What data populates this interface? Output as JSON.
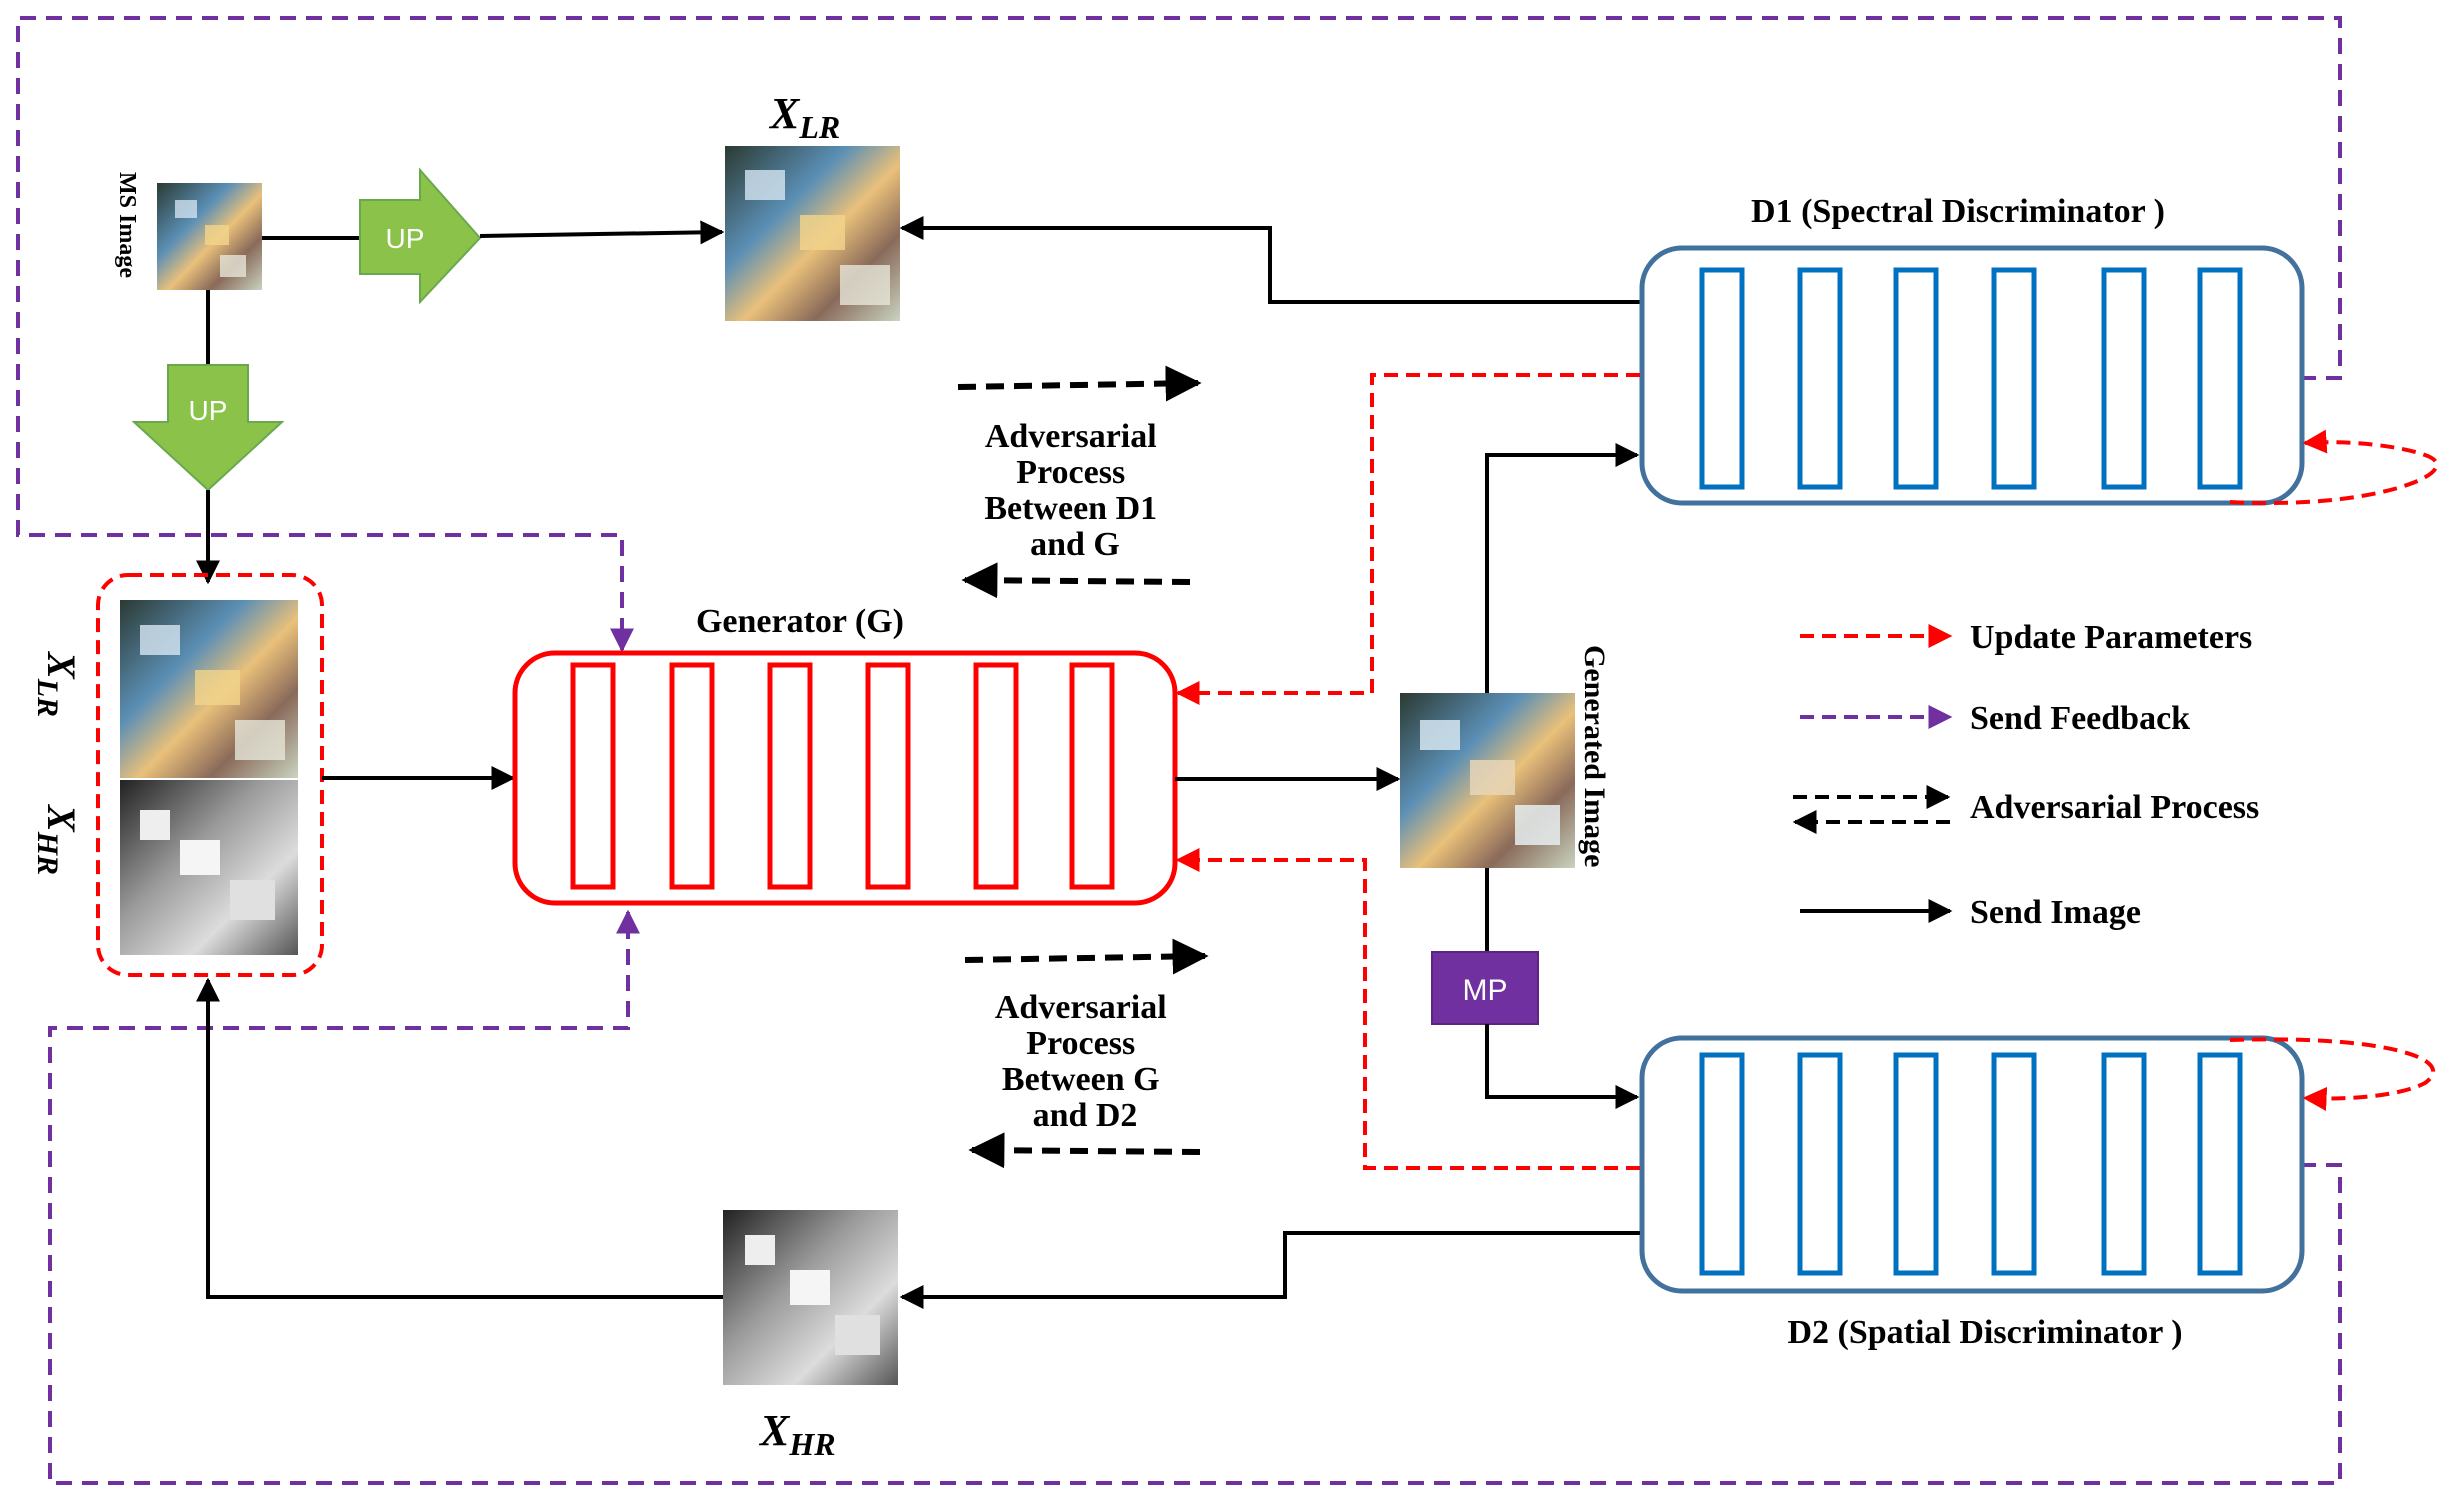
{
  "labels": {
    "ms_image": "MS Image",
    "x_lr_sub": "LR",
    "x_hr_sub": "HR",
    "x_symbol": "X",
    "up": "UP",
    "mp": "MP",
    "generator": "Generator (G)",
    "d1": "D1 (Spectral Discriminator )",
    "d2": "D2 (Spatial Discriminator )",
    "generated_image": "Generated Image",
    "adv_d1_g": [
      "Adversarial",
      "Process",
      "Between D1",
      "and G"
    ],
    "adv_g_d2": [
      "Adversarial",
      "Process",
      "Between G",
      "and D2"
    ]
  },
  "legend": {
    "update_parameters": "Update Parameters",
    "send_feedback": "Send Feedback",
    "adversarial_process": "Adversarial Process",
    "send_image": "Send Image"
  },
  "colors": {
    "generator": "#ff0000",
    "discriminator": "#0070c0",
    "discriminator_border": "#41719c",
    "update": "#ff0000",
    "feedback": "#7030a0",
    "up_arrow": "#8bc34a",
    "mp_box": "#7030a0"
  }
}
